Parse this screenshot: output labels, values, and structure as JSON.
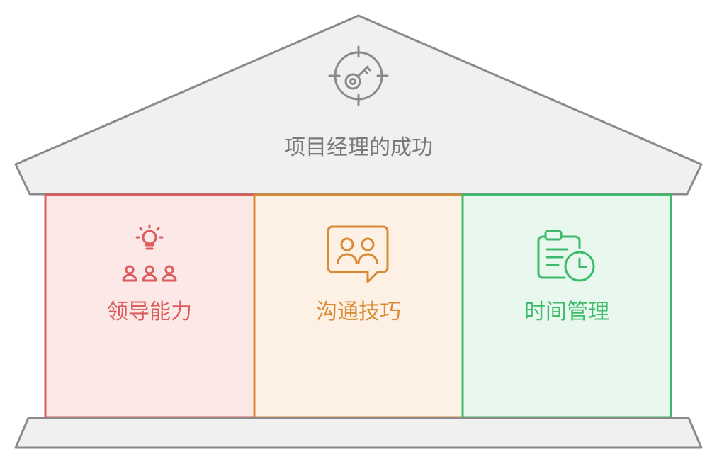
{
  "roof": {
    "title": "项目经理的成功",
    "icon": "target-key-icon",
    "fill": "#f0f0f0",
    "stroke": "#8a8a8a",
    "text_color": "#7a7a7a"
  },
  "pillars": [
    {
      "label": "领导能力",
      "icon": "lightbulb-team-icon",
      "fill": "#fde8e8",
      "stroke": "#dc5c5c",
      "text_color": "#dc5c5c"
    },
    {
      "label": "沟通技巧",
      "icon": "chat-people-icon",
      "fill": "#fdf0e4",
      "stroke": "#d98a34",
      "text_color": "#d98a34"
    },
    {
      "label": "时间管理",
      "icon": "clipboard-clock-icon",
      "fill": "#e8f8ee",
      "stroke": "#3dbb6a",
      "text_color": "#3dbb6a"
    }
  ],
  "base": {
    "fill": "#f0f0f0",
    "stroke": "#8a8a8a"
  }
}
